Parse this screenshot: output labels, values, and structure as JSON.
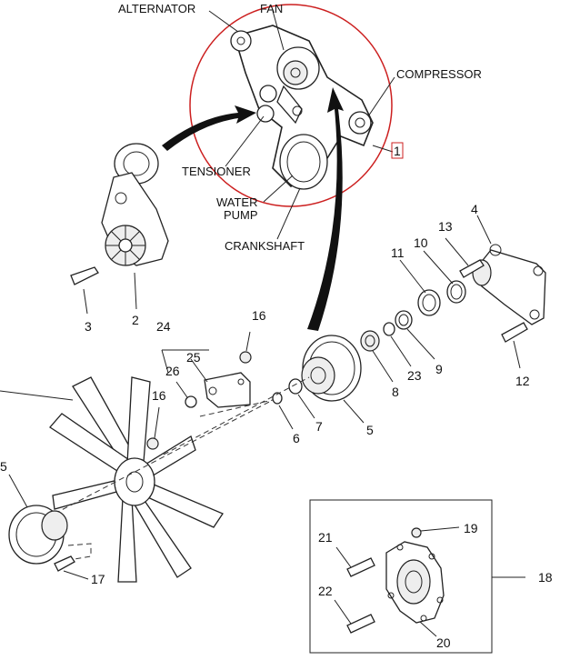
{
  "labels": {
    "alternator": "ALTERNATOR",
    "fan": "FAN",
    "compressor": "COMPRESSOR",
    "tensioner": "TENSIONER",
    "water": "WATER",
    "pump": "PUMP",
    "crankshaft": "CRANKSHAFT"
  },
  "callouts": {
    "c1": "1",
    "c2": "2",
    "c3": "3",
    "c4": "4",
    "c5": "5",
    "c5b": "5",
    "c6": "6",
    "c7": "7",
    "c8": "8",
    "c9": "9",
    "c10": "10",
    "c11": "11",
    "c12": "12",
    "c13": "13",
    "c16a": "16",
    "c16b": "16",
    "c17": "17",
    "c18": "18",
    "c19": "19",
    "c20": "20",
    "c21": "21",
    "c22": "22",
    "c23": "23",
    "c24": "24",
    "c25": "25",
    "c26": "26"
  },
  "colors": {
    "highlight_circle": "#cc1f1f",
    "callout_box": "#cc1f1f",
    "ink": "#222222"
  }
}
